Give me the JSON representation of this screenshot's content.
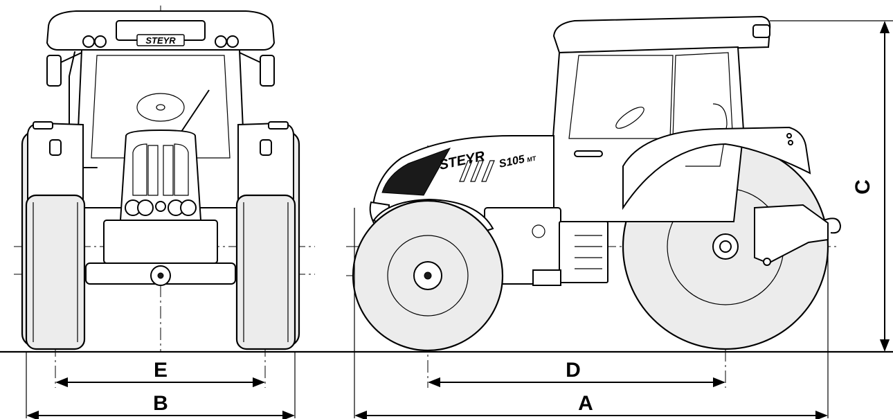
{
  "dimensions": {
    "A": "A",
    "B": "B",
    "C": "C",
    "D": "D",
    "E": "E"
  },
  "branding": {
    "front_logo": "STEYR",
    "side_logo": "STEYR",
    "model": "S105",
    "model_suffix": "MT"
  }
}
